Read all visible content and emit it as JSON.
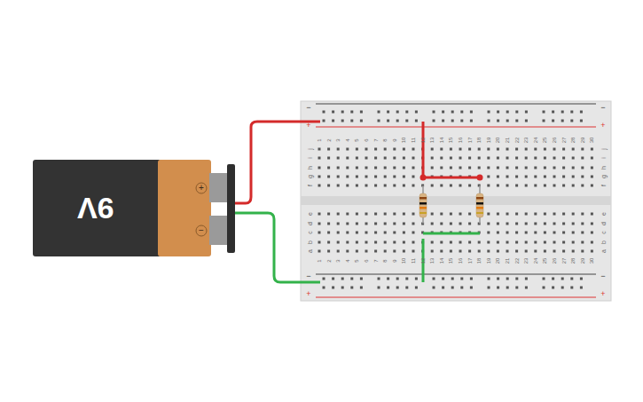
{
  "diagram": {
    "nodes": [
      {
        "text": [
          "9V"
        ]
      }
    ],
    "labels": [
      "+",
      "−",
      "−",
      "−",
      "+",
      "+",
      "−",
      "−",
      "+",
      "+",
      "1",
      "2",
      "3",
      "4",
      "5",
      "6",
      "7",
      "8",
      "9",
      "10",
      "11",
      "12",
      "13",
      "14",
      "15",
      "16",
      "17",
      "18",
      "19",
      "20",
      "21",
      "22",
      "23",
      "24",
      "25",
      "26",
      "27",
      "28",
      "29",
      "30",
      "j",
      "i",
      "h",
      "g",
      "f",
      "j",
      "i",
      "h",
      "g",
      "f",
      "e",
      "d",
      "c",
      "b",
      "a",
      "e",
      "d",
      "c",
      "b",
      "a",
      "1",
      "2",
      "3",
      "4",
      "5",
      "6",
      "7",
      "8",
      "9",
      "10",
      "11",
      "12",
      "13",
      "14",
      "15",
      "16",
      "17",
      "18",
      "19",
      "20",
      "21",
      "22",
      "23",
      "24",
      "25",
      "26",
      "27",
      "28",
      "29",
      "30"
    ]
  }
}
